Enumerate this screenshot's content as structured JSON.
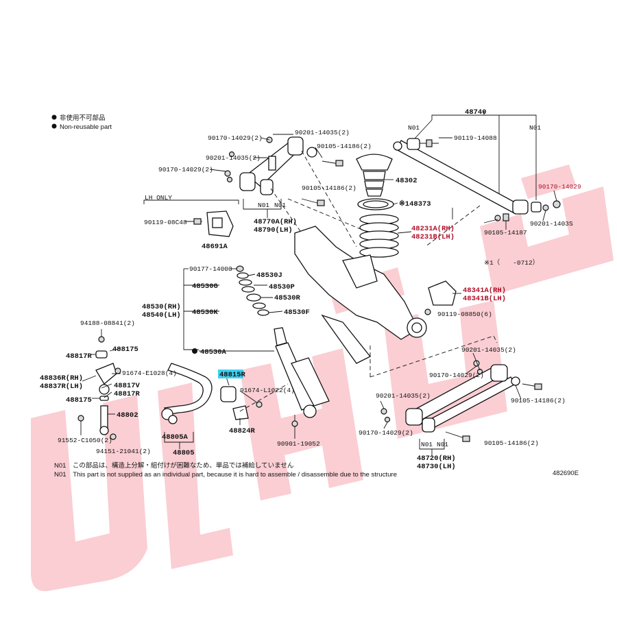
{
  "legend": {
    "jp": "非使用不可部品",
    "en": "Non-reusable part"
  },
  "lh_only": "LH ONLY",
  "labels": {
    "p48740": "48740",
    "n01_a": "N01",
    "n01_b": "N01",
    "p90119_14088": "90119-14088",
    "p90170_14029_r": "90170-14029",
    "p90201_1403s": "90201-1403S",
    "p90105_14187": "90105-14187",
    "p90170_14029_2a": "90170-14029(2)",
    "p90201_14035_2a": "90201-14035(2)",
    "p90105_14186_2a": "90105-14186(2)",
    "p90201_14035_2b": "90201-14035(2)",
    "p90170_14029_2b": "90170-14029(2)",
    "p90105_14186_2b": "90105-14186(2)",
    "p48302": "48302",
    "p148373": "※148373",
    "p48231a": "48231A(RH)",
    "p48231b": "48231B(LH)",
    "n01_c": "N01",
    "n01_d": "N01",
    "p48770a": "48770A(RH)",
    "p48790": "48790(LH)",
    "p90119_08c48": "90119-08C48",
    "p48691a": "48691A",
    "footnote1": "※1（　　-0712）",
    "p48341a": "48341A(RH)",
    "p48341b": "48341B(LH)",
    "p90119_08850": "90119-08850(6)",
    "p90177_14003": "90177-14003",
    "p48530j": "48530J",
    "p48530g": "48530G",
    "p48530p": "48530P",
    "p48530r": "48530R",
    "p48530rh": "48530(RH)",
    "p48540lh": "48540(LH)",
    "p48530k": "48530K",
    "p48530f": "48530F",
    "p48530a": "48530A",
    "p94188": "94188-08841(2)",
    "p488175a": "488175",
    "p48817r_a": "48817R",
    "p91674_e1028": "91674-E1028(4)",
    "p48836r": "48836R(RH)",
    "p48837r": "48837R(LH)",
    "p48817v": "48817V",
    "p48817r_b": "48817R",
    "p488175b": "488175",
    "p48815r": "48815R",
    "p91674_l1022": "91674-L1022(4)",
    "p48802": "48802",
    "p91552": "91552-C1050(2)",
    "p94151": "94151-21041(2)",
    "p48805a": "48805A",
    "p48805": "48805",
    "p48824r": "48824R",
    "p90901_19052": "90901-19052",
    "p90201_14035_2c": "90201-14035(2)",
    "p90170_14029_2c": "90170-14029(2)",
    "p90105_14186_2c": "90105-14186(2)",
    "p90201_14035_2d": "90201-14035(2)",
    "p90170_14029_2d": "90170-14029(2)",
    "p90105_14186_2d": "90105-14186(2)",
    "n01_e": "N01",
    "n01_f": "N01",
    "p48720": "48720(RH)",
    "p48730": "48730(LH)"
  },
  "notes": {
    "jp": "N01　この部品は、構造上分解・組付けが困難なため、単品では補給していません",
    "en": "N01　This part is not supplied as an individual part, because it is hard to assemble / disassemble due to the structure",
    "code": "482690E"
  },
  "colors": {
    "watermark": "#f28a97",
    "highlight": "#3fd0f0",
    "red_label": "#b0102a"
  }
}
